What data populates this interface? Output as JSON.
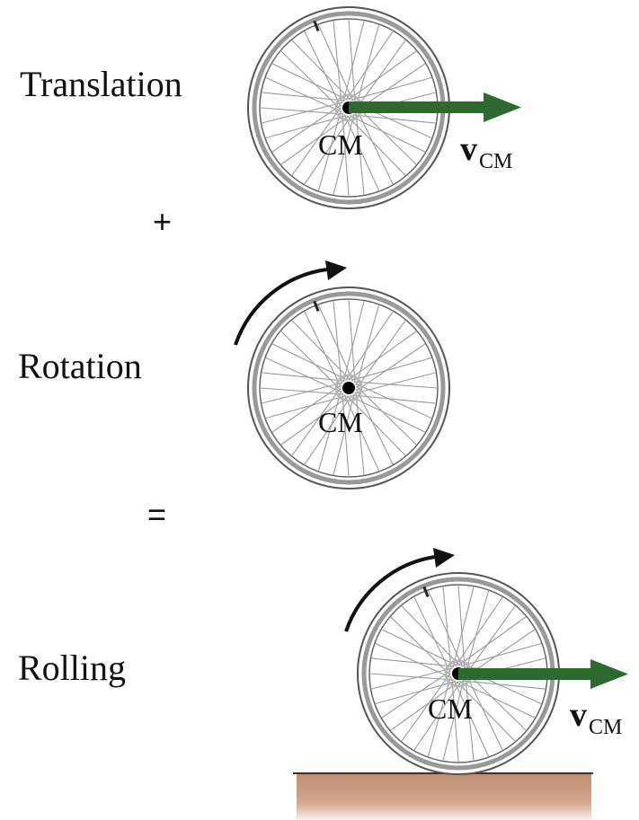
{
  "rows": {
    "translation": {
      "label": "Translation",
      "cm_label": "CM",
      "velocity_symbol": "v",
      "velocity_subscript": "CM"
    },
    "rotation": {
      "label": "Rotation",
      "cm_label": "CM"
    },
    "rolling": {
      "label": "Rolling",
      "cm_label": "CM",
      "velocity_symbol": "v",
      "velocity_subscript": "CM"
    }
  },
  "operators": {
    "plus": "+",
    "equals": "="
  },
  "colors": {
    "velocity_arrow": "#2d6a2d",
    "rotation_arrow": "#111111",
    "spokes": "#9a9a9a",
    "rim": "#777777",
    "ground": "#c9977b"
  },
  "icons": [
    "wheel-icon",
    "velocity-arrow-icon",
    "rotation-arrow-icon",
    "ground-icon"
  ]
}
